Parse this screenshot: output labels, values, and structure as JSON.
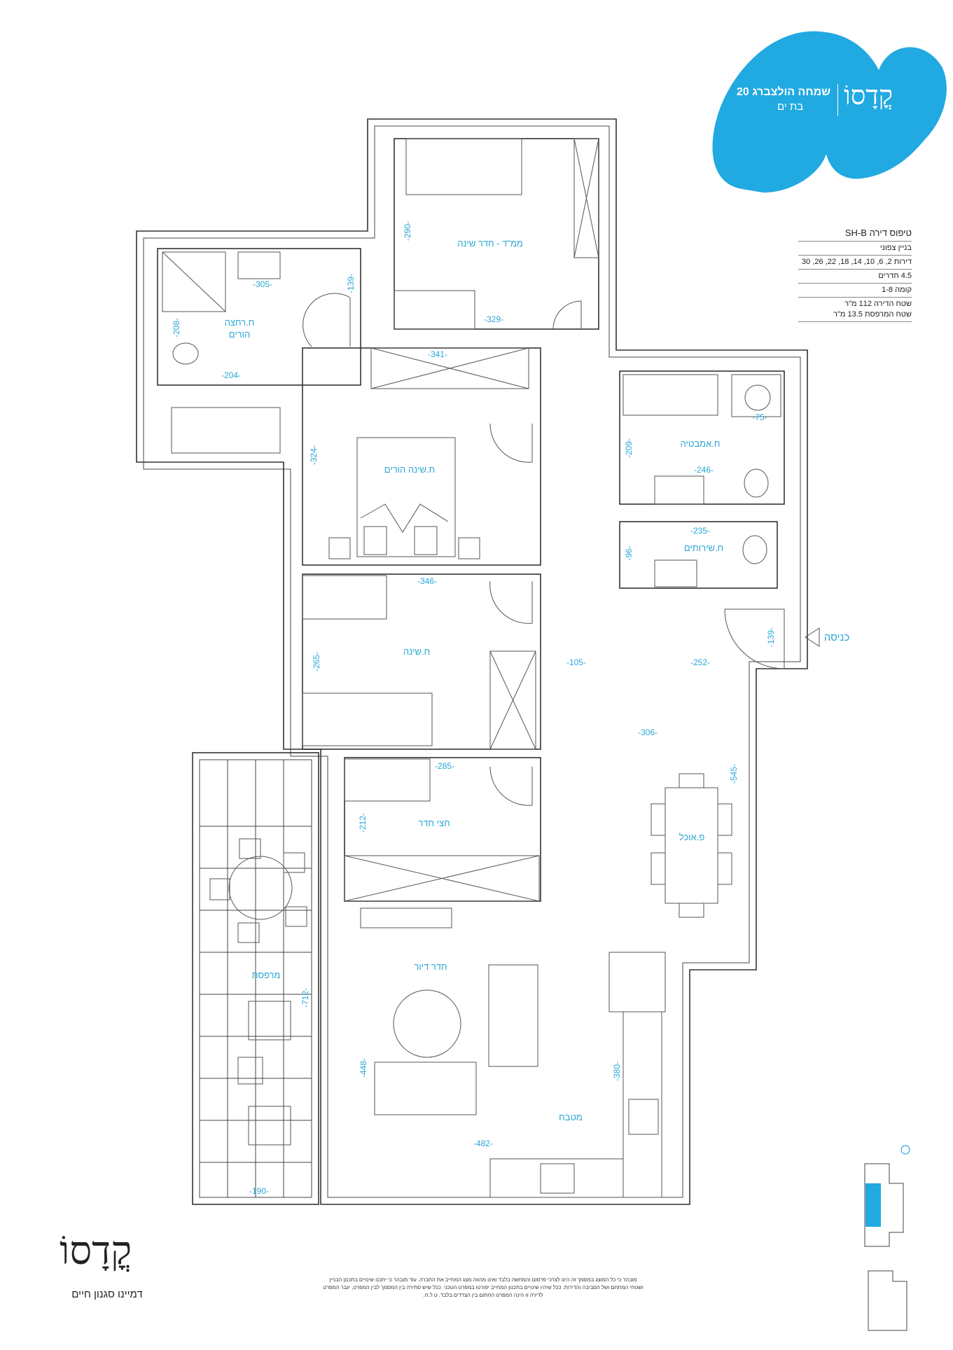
{
  "header": {
    "project_name": "שמחה הולצברג 20",
    "city": "בת ים",
    "logo_text": "קֳדָסוֹ"
  },
  "info": {
    "type": "טיפוס דירה SH-B",
    "building": "בניין צפוני",
    "apartments": "דירות 2, 6, 10, 14, 18, 22, 26, 30",
    "rooms": "4.5 חדרים",
    "floors": "קומה 1-8",
    "area_apartment": "שטח הדירה 112 מ\"ר",
    "area_balcony": "שטח המרפסת 13.5 מ\"ר"
  },
  "rooms": {
    "mamad": "ממ\"ד - חדר שינה",
    "parents_bath": "ח.רחצה",
    "parents_bath_2": "הורים",
    "master": "ח.שינה הורים",
    "bedroom": "ח.שינה",
    "half_room": "חצי חדר",
    "bath": "ח.אמבטיה",
    "toilet": "ח.שירותים",
    "entrance": "כניסה",
    "dining": "פ.אוכל",
    "living": "חדר דיור",
    "kitchen": "מטבח",
    "balcony": "מרפסת"
  },
  "dims": {
    "d290": "-290-",
    "d329": "-329-",
    "d305": "-305-",
    "d139a": "-139-",
    "d208": "-208-",
    "d204": "-204-",
    "d341": "-341-",
    "d324": "-324-",
    "d346": "-346-",
    "d265": "-265-",
    "d105": "-105-",
    "d285": "-285-",
    "d212": "-212-",
    "d75": "-75-",
    "d209": "-209-",
    "d246": "-246-",
    "d235": "-235-",
    "d96": "-96-",
    "d139b": "-139-",
    "d252": "-252-",
    "d306": "-306-",
    "d545": "-545-",
    "d712": "-712-",
    "d448": "-448-",
    "d380": "-380-",
    "d482": "-482-",
    "d190": "-190-"
  },
  "footer": {
    "logo_text": "קֳדָסוֹ",
    "tagline": "דמיינו סגנון חיים",
    "disclaimer_1": "מובהר כי כל המוצג במסמך זה הינו לצרכי פרסום והמחשה בלבד ואינו מהווה מצג המחייב את החברה. עוד מובהר כי יתכנו שינויים בתכנון הבניין",
    "disclaimer_2": "ושטחי המתחם ושל הסביבה והדירות. ככל שיהיו שינויים בתכנון המחייב יפורטו במפרט הטכני. ככל שיש סתירה בין המסמך לבין המפרט, יגבר המפרט",
    "disclaimer_3": "לדירה זו הינה המפרט החתום בין הצדדים בלבד. ט.ל.ח."
  },
  "colors": {
    "brand_blue": "#21a9e1",
    "label_blue": "#2aa7d6",
    "wall": "#333333"
  }
}
